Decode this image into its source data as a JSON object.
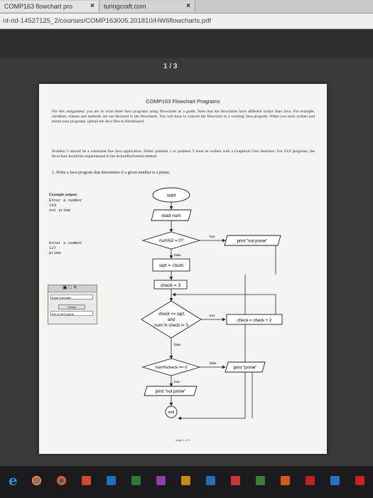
{
  "browser": {
    "tabs": [
      {
        "label": "COMP163 flowchart pro",
        "close": "×"
      },
      {
        "label": "turingcraft.com",
        "close": "×"
      }
    ],
    "url": "nt-rid-14527125_2/courses/COMP163005.201810/HW6flowcharts.pdf"
  },
  "viewer": {
    "page_indicator": "1 / 3"
  },
  "document": {
    "title": "COMP163 Flowchart Programs",
    "intro": "For this assignment, you are to write three Java programs using flowcharts as a guide. Note that the flowcharts have different syntax than Java. For example, variables, classes and methods are not declared in the flowcharts. You will have to convert the flowchart to a working Java program. When you have written and tested your programs, upload the Java files to Blackboard.",
    "problem2": "Problem 2 should be a command line Java application. Either problem 1 or problem 3 must be written with a Graphical User Interface. For GUI programs, the flowchart should be implemented in the ActionPerformed method.",
    "task": "1.  Write a Java program that determines if a given number is a prime.",
    "example_output": {
      "heading": "Example output:",
      "run1": [
        "Enter a number",
        "143",
        "not prime"
      ],
      "run2": [
        "Enter a number",
        "127",
        "prime"
      ]
    },
    "gui": {
      "controls": "▣  □  ✕",
      "field": "Enter a number",
      "button": "Check",
      "result": "511 is NOT prime"
    },
    "footer": "page 1 of 3"
  },
  "flowchart": {
    "start": "start",
    "read": "read num",
    "cond1": "num%2 = 0?",
    "label_true": "true",
    "label_false": "false",
    "out_not_prime_1": "print \"not prime\"",
    "sqrt": "sqrt = √num",
    "check_init": "check = 3",
    "loop_line1": "check <= sqrt",
    "loop_line2": "and",
    "loop_line3": "num % check != 0",
    "increment": "check = check + 2",
    "cond2": "num%check == 0",
    "out_prime": "print \"prime\"",
    "out_not_prime_2": "print \"not prime\"",
    "end": "end"
  },
  "taskbar": {
    "items": [
      "ie",
      "chrome",
      "firefox",
      "app",
      "app",
      "app",
      "app",
      "app",
      "app",
      "app",
      "app",
      "app",
      "app",
      "app",
      "app"
    ]
  }
}
